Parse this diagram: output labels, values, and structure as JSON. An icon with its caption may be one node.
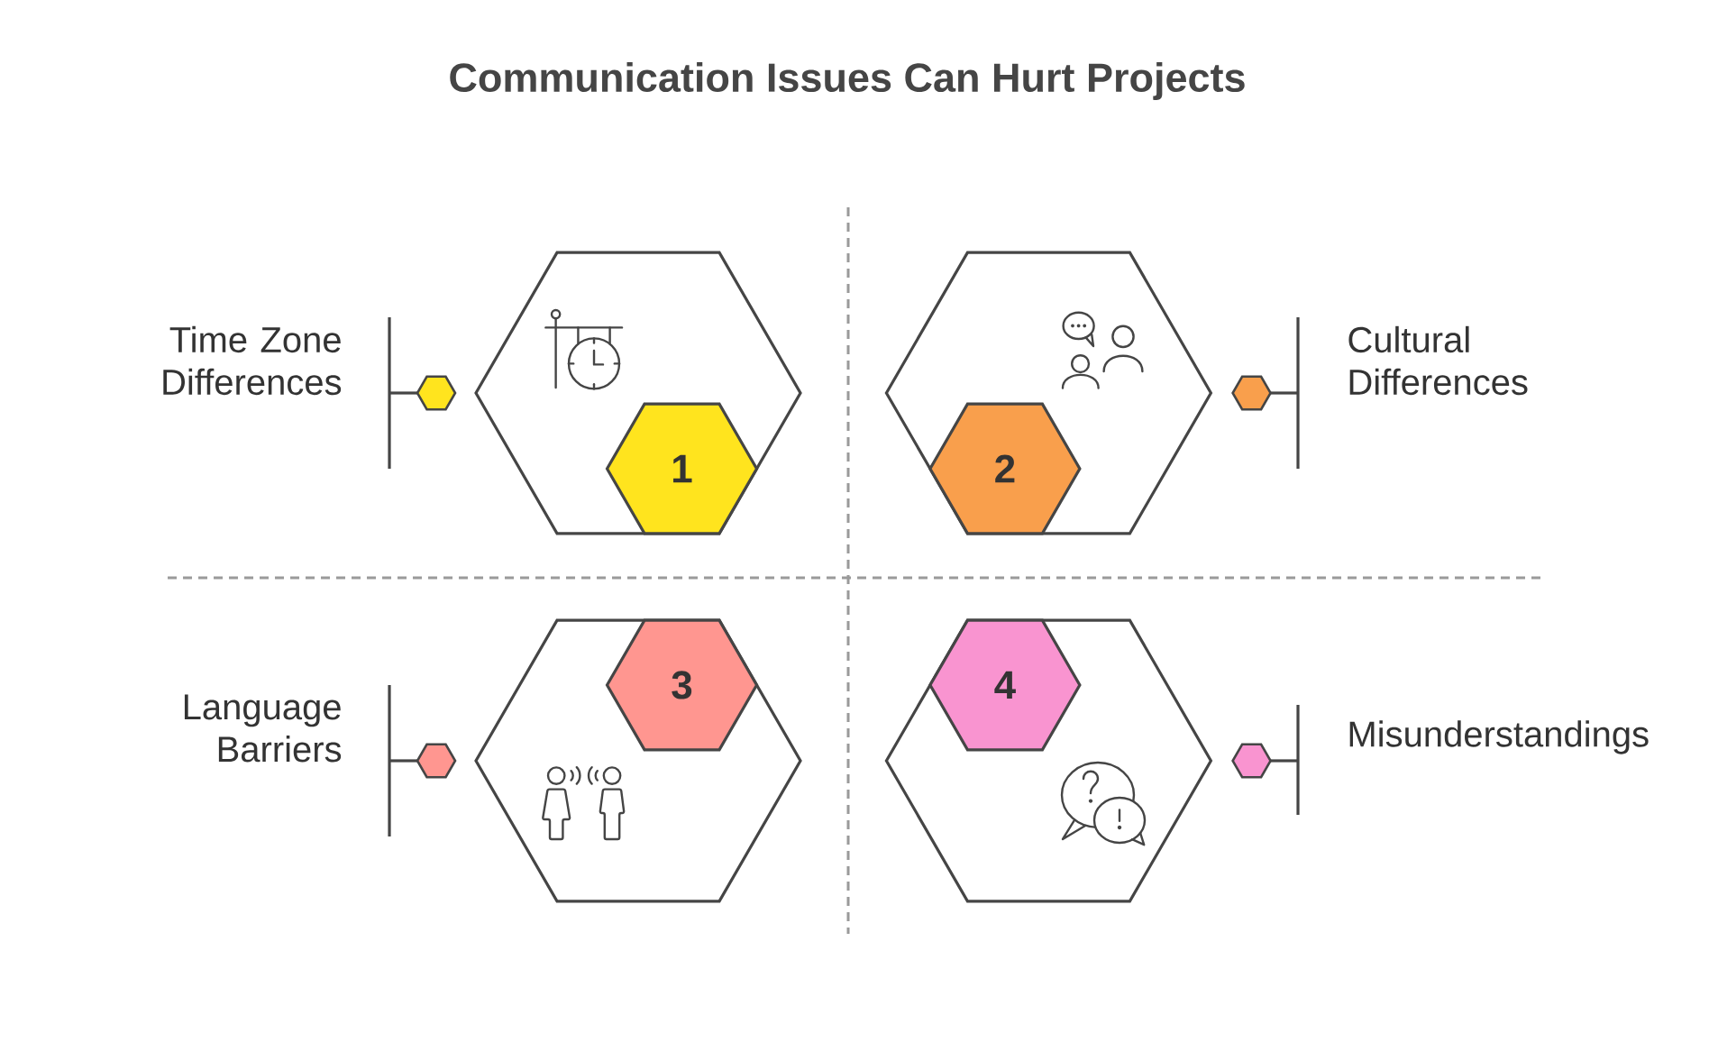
{
  "diagram": {
    "title": "Communication Issues Can Hurt Projects",
    "nodes": [
      {
        "text": [],
        "shape": "hexagon",
        "beside": [
          "Time Zone Differences"
        ]
      },
      {
        "text": [
          "1"
        ],
        "in": 0
      },
      {
        "text": [],
        "shape": "hexagon",
        "beside": [
          "Cultural Differences"
        ]
      },
      {
        "text": [
          "2"
        ],
        "in": 2
      },
      {
        "text": [],
        "shape": "hexagon",
        "beside": [
          "Language Barriers"
        ]
      },
      {
        "text": [
          "3"
        ],
        "in": 4
      },
      {
        "text": [],
        "shape": "hexagon",
        "beside": [
          "Misunderstandings"
        ]
      },
      {
        "text": [
          "4"
        ],
        "in": 6
      }
    ]
  }
}
